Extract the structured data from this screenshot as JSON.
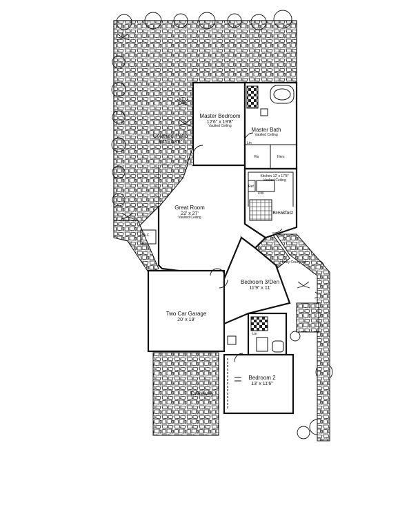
{
  "rooms": {
    "master_bedroom": {
      "name": "Master Bedroom",
      "dims": "12'6\" x 19'8\"",
      "note": "Vaulted Ceiling"
    },
    "master_bath": {
      "name": "Master Bath",
      "note": "Vaulted Ceiling"
    },
    "covered_patio": {
      "name": "Covered Patio",
      "dims": "9'4\" x 13'6\""
    },
    "great_room": {
      "name": "Great Room",
      "dims": "22' x 27'",
      "note": "Vaulted Ceiling"
    },
    "kitchen": {
      "name": "Kitchen 12' x 17'8\"",
      "note": "Vaulted Ceiling"
    },
    "breakfast": {
      "name": "Breakfast"
    },
    "bedroom3": {
      "name": "Bedroom 3/Den",
      "dims": "11'9\" x 11'"
    },
    "garage": {
      "name": "Two Car Garage",
      "dims": "20' x 19'"
    },
    "bedroom2": {
      "name": "Bedroom 2",
      "dims": "13' x 11'6\""
    },
    "driveway": {
      "name": "Driveway"
    },
    "entry_courtyard": {
      "name": "Entry Courtyard"
    }
  },
  "small_labels": {
    "ac": "A.C.",
    "his": "His",
    "hers": "Hers",
    "lin_master": "Lin",
    "ref": "Ref",
    "dw": "DW",
    "lin_hall": "Lin"
  },
  "colors": {
    "line": "#111111",
    "stone": "#ffffff",
    "paper": "#ffffff"
  }
}
